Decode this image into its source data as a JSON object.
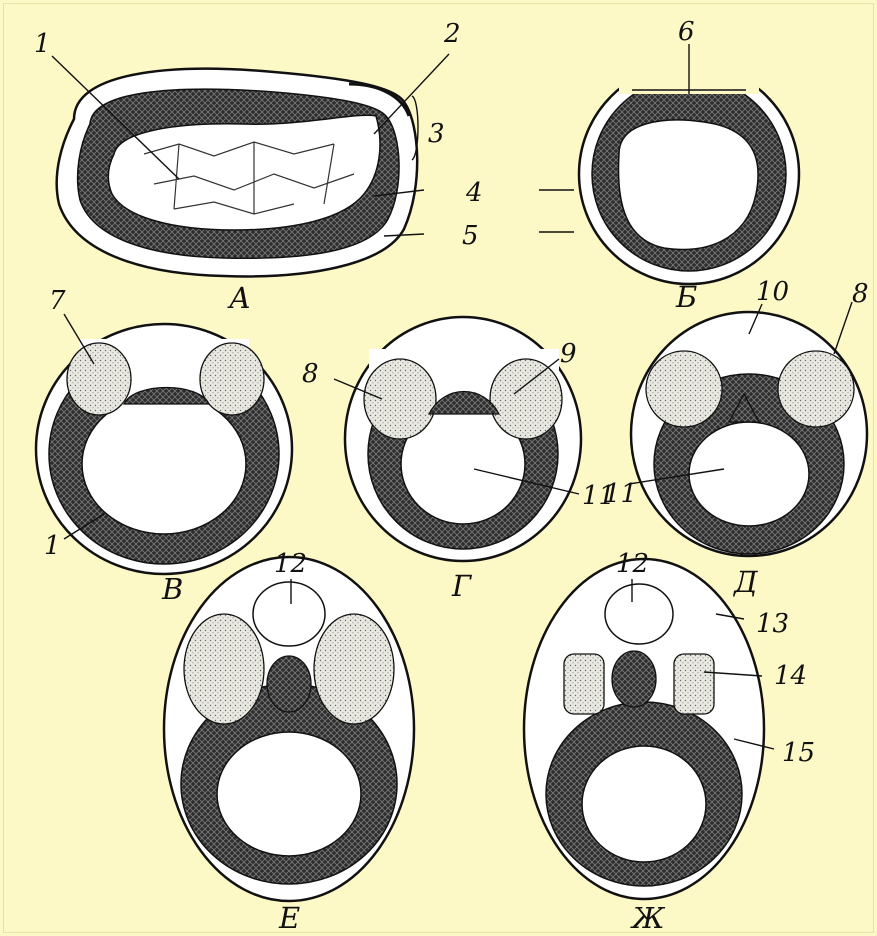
{
  "colors": {
    "background": "#fdf9c7",
    "ink": "#111111",
    "endoderm": "#2d2d2d",
    "mesoderm": "#e6e6e0",
    "ectoderm": "#ffffff"
  },
  "numbers": [
    "1",
    "2",
    "3",
    "4",
    "5",
    "6",
    "7",
    "8",
    "9",
    "10",
    "11",
    "12",
    "13",
    "14",
    "15"
  ],
  "panels": [
    "А",
    "Б",
    "В",
    "Г",
    "Д",
    "Е",
    "Ж"
  ]
}
